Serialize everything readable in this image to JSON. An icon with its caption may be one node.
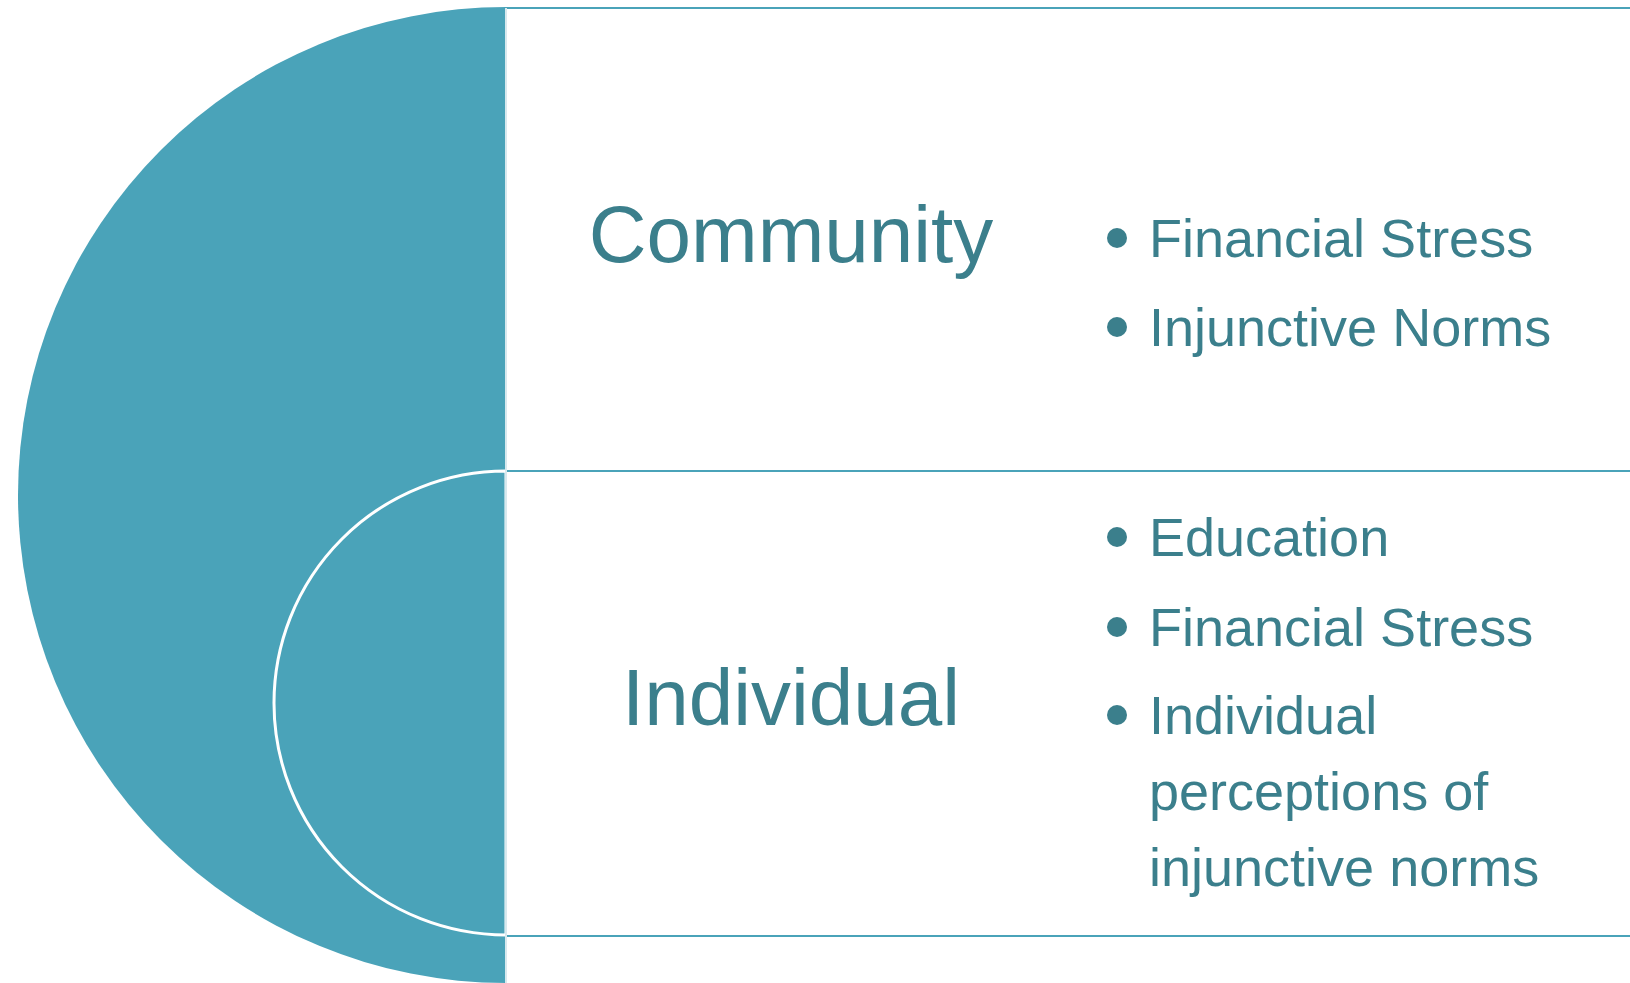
{
  "diagram": {
    "nodes": [
      {
        "text": [
          "Community",
          "Financial Stress",
          "Injunctive Norms"
        ]
      },
      {
        "text": [
          "Individual",
          "Education",
          "Financial Stress",
          "Individual perceptions of injunctive norms"
        ]
      }
    ]
  }
}
